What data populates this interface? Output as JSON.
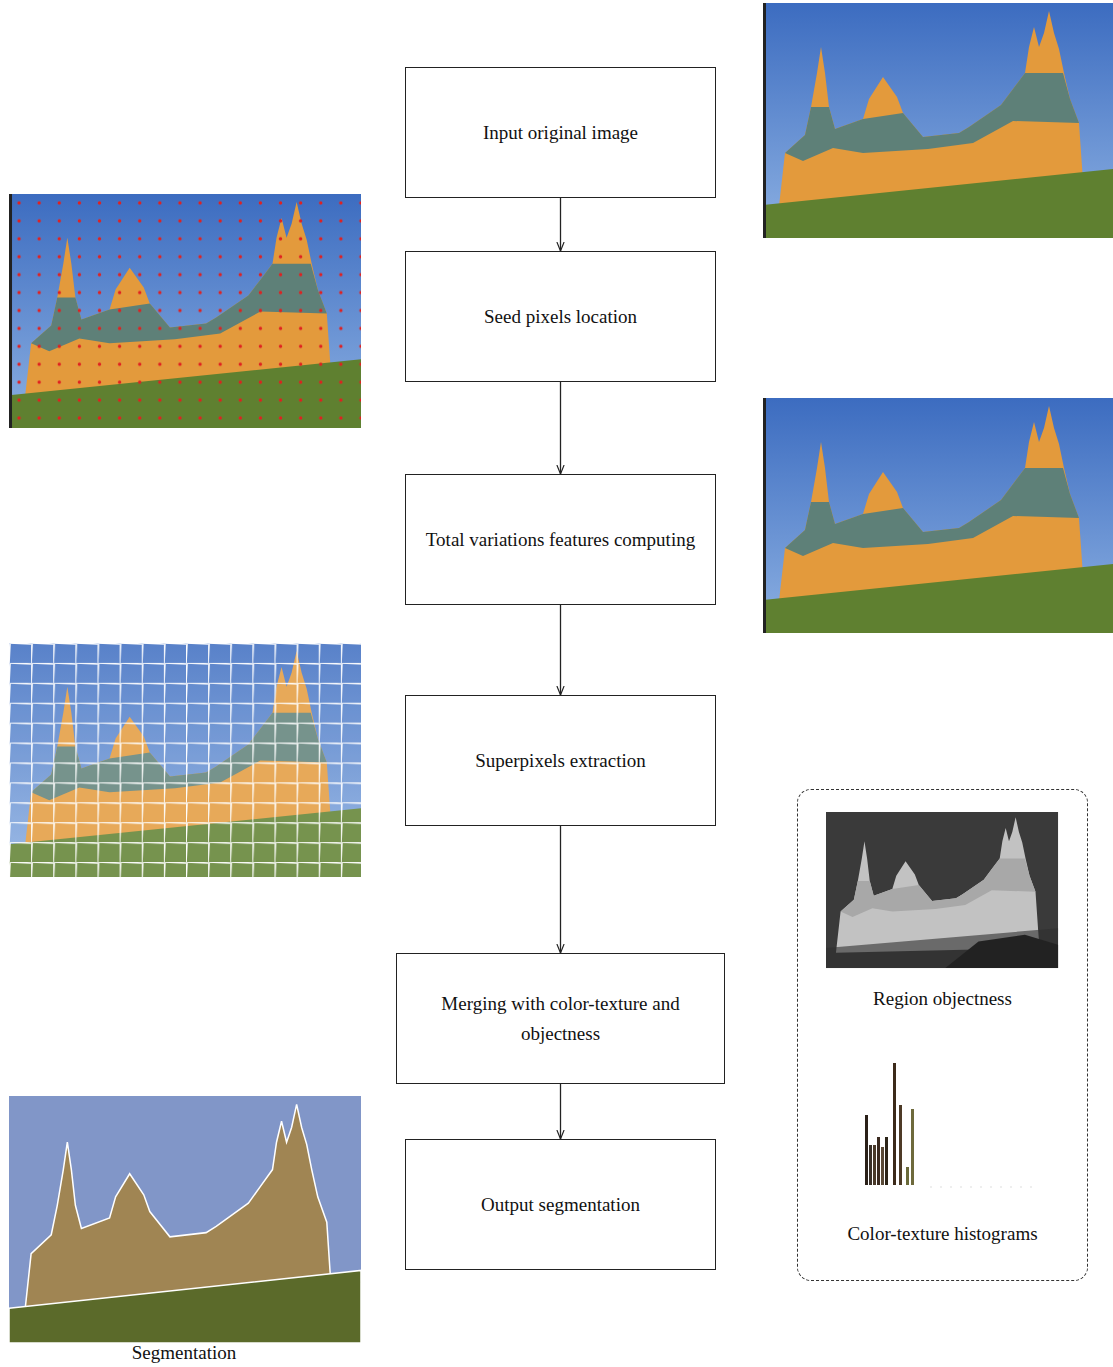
{
  "diagram": {
    "nodes": [
      {
        "text": [
          "Input original image"
        ]
      },
      {
        "text": [
          "Seed pixels location"
        ]
      },
      {
        "text": [
          "Total variations features computing"
        ]
      },
      {
        "text": [
          "Superpixels extraction"
        ]
      },
      {
        "text": [
          "Merging with color-texture and objectness"
        ]
      },
      {
        "text": [
          "Output segmentation"
        ]
      },
      {
        "text": [
          "Region objectness",
          "Color-texture histograms"
        ]
      }
    ],
    "edges": [
      {
        "from": 0,
        "to": 1,
        "arrow": "to"
      },
      {
        "from": 1,
        "to": 2,
        "arrow": "to"
      },
      {
        "from": 2,
        "to": 3,
        "arrow": "to"
      },
      {
        "from": 3,
        "to": 4,
        "arrow": "to"
      },
      {
        "from": 4,
        "to": 5,
        "arrow": "to"
      }
    ],
    "labels": [
      "Segmentation"
    ]
  }
}
